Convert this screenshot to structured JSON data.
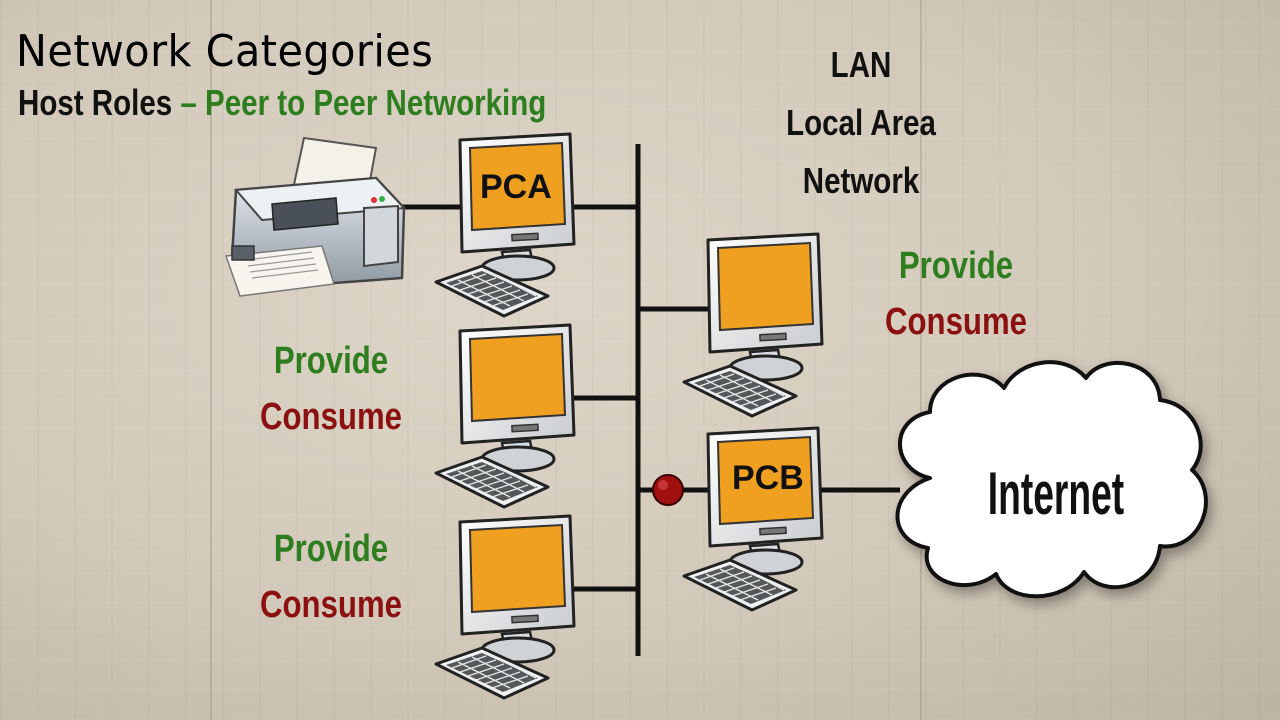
{
  "title": "Network Categories",
  "subtitle": {
    "prefix": "Host Roles",
    "dash": "–",
    "highlight": "Peer to Peer Networking"
  },
  "lan_label": [
    "LAN",
    "Local Area",
    "Network"
  ],
  "computers": {
    "pca": "PCA",
    "pcb": "PCB"
  },
  "cloud_label": "Internet",
  "roles": {
    "provide": "Provide",
    "consume": "Consume"
  },
  "colors": {
    "green": "#2e7d1e",
    "red": "#8b1010",
    "screen": "#f0a020",
    "connection_dot": "#a01010",
    "text_dark": "#111111"
  },
  "icons": [
    "printer-icon",
    "computer-icon",
    "cloud-icon",
    "connection-dot-icon"
  ]
}
